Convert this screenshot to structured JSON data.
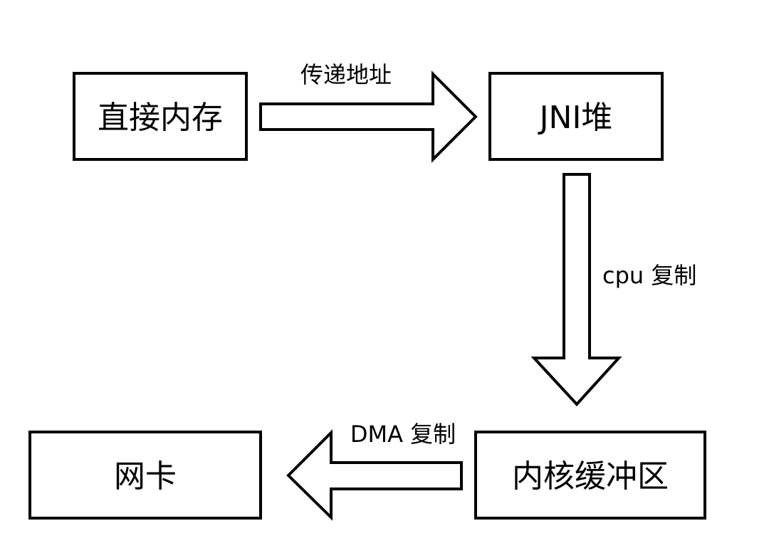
{
  "nodes": {
    "direct_memory": "直接内存",
    "jni_heap": "JNI堆",
    "kernel_buffer": "内核缓冲区",
    "nic": "网卡"
  },
  "edges": {
    "pass_address": "传递地址",
    "cpu_copy": "cpu 复制",
    "dma_copy": "DMA 复制"
  }
}
